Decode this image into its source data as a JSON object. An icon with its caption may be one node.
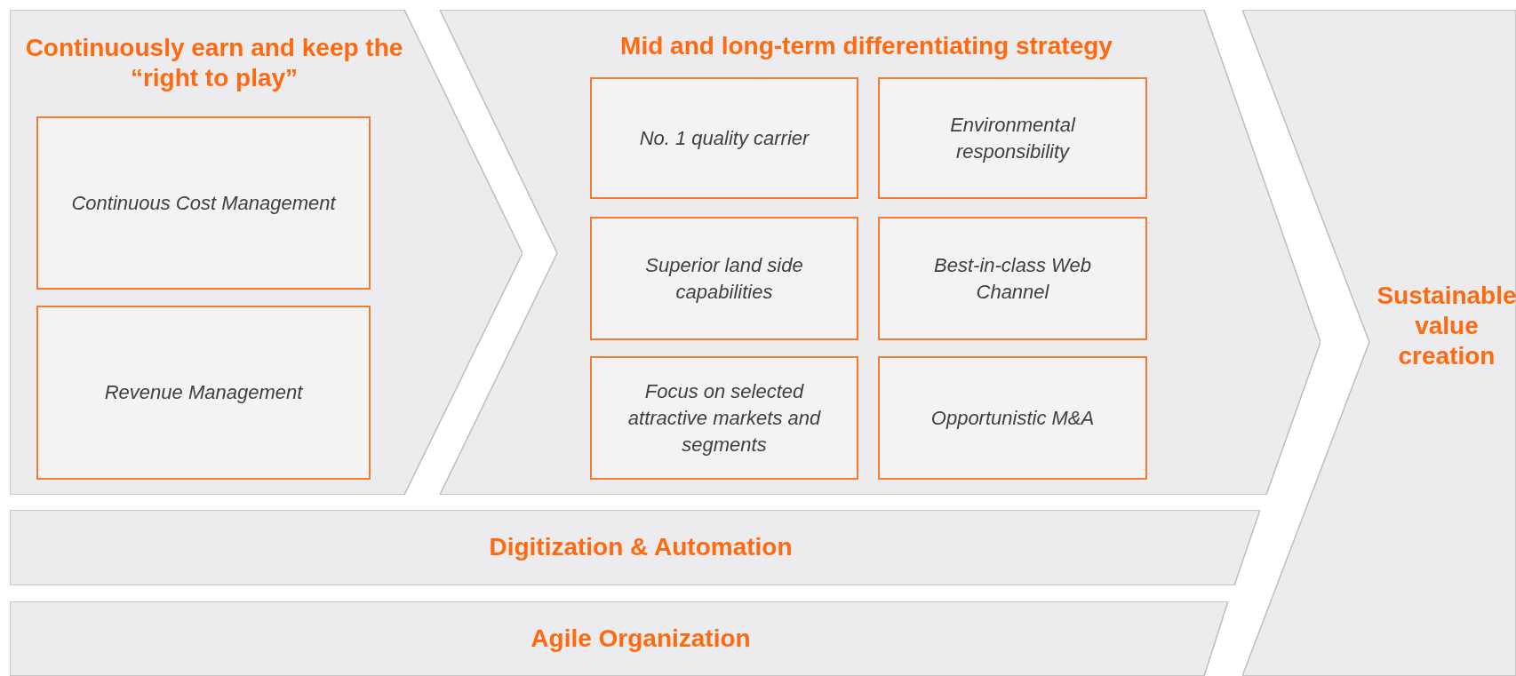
{
  "diagram": {
    "nodes": [
      {
        "text": [
          "Continuously earn and keep the “right to play”"
        ]
      },
      {
        "text": [
          "Continuous Cost Management"
        ],
        "in": 0
      },
      {
        "text": [
          "Revenue Management"
        ],
        "in": 0
      },
      {
        "text": [
          "Mid and long-term differentiating strategy"
        ]
      },
      {
        "text": [
          "No. 1 quality carrier"
        ],
        "in": 3
      },
      {
        "text": [
          "Environmental responsibility"
        ],
        "in": 3
      },
      {
        "text": [
          "Superior land side capabilities"
        ],
        "in": 3
      },
      {
        "text": [
          "Best-in-class Web Channel"
        ],
        "in": 3
      },
      {
        "text": [
          "Focus on selected attractive markets and segments"
        ],
        "in": 3
      },
      {
        "text": [
          "Opportunistic M&A"
        ],
        "in": 3
      },
      {
        "text": [
          "Digitization & Automation"
        ]
      },
      {
        "text": [
          "Agile Organization"
        ]
      },
      {
        "text": [
          "Sustainable value creation"
        ]
      }
    ]
  }
}
